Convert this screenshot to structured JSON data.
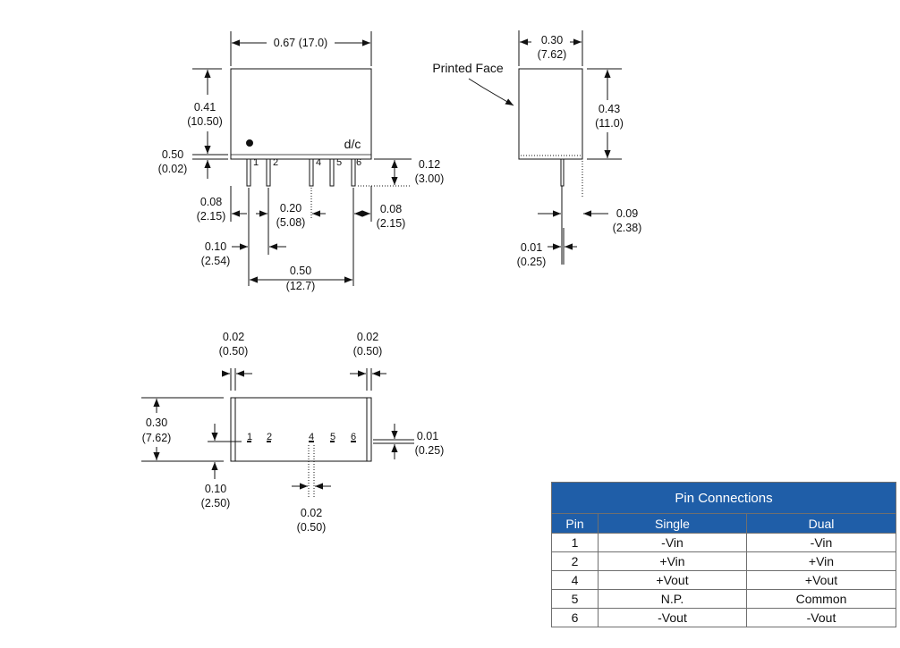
{
  "front_view": {
    "width_dim": "0.67 (17.0)",
    "height_in": "0.41",
    "height_mm": "(10.50)",
    "standoff_in": "0.50",
    "standoff_mm": "(0.02)",
    "marking": "d/c",
    "pin_labels": [
      "1",
      "2",
      "4",
      "5",
      "6"
    ],
    "pin_length_in": "0.12",
    "pin_length_mm": "(3.00)",
    "left_edge_in": "0.08",
    "left_edge_mm": "(2.15)",
    "pitch_in": "0.20",
    "pitch_mm": "(5.08)",
    "right_edge_in": "0.08",
    "right_edge_mm": "(2.15)",
    "pin_spacing_in": "0.10",
    "pin_spacing_mm": "(2.54)",
    "span_in": "0.50",
    "span_mm": "(12.7)"
  },
  "side_view": {
    "width_in": "0.30",
    "width_mm": "(7.62)",
    "printed_face_label": "Printed Face",
    "height_in": "0.43",
    "height_mm": "(11.0)",
    "offset_in": "0.09",
    "offset_mm": "(2.38)",
    "pin_thickness_in": "0.01",
    "pin_thickness_mm": "(0.25)"
  },
  "bottom_view": {
    "left_gap_in": "0.02",
    "left_gap_mm": "(0.50)",
    "right_gap_in": "0.02",
    "right_gap_mm": "(0.50)",
    "depth_in": "0.30",
    "depth_mm": "(7.62)",
    "pin_labels": [
      "1",
      "2",
      "4",
      "5",
      "6"
    ],
    "pin_thick_in": "0.01",
    "pin_thick_mm": "(0.25)",
    "pin_offset_in": "0.10",
    "pin_offset_mm": "(2.50)",
    "pin_width_in": "0.02",
    "pin_width_mm": "(0.50)"
  },
  "pin_table": {
    "title": "Pin Connections",
    "headers": [
      "Pin",
      "Single",
      "Dual"
    ],
    "rows": [
      [
        "1",
        "-Vin",
        "-Vin"
      ],
      [
        "2",
        "+Vin",
        "+Vin"
      ],
      [
        "4",
        "+Vout",
        "+Vout"
      ],
      [
        "5",
        "N.P.",
        "Common"
      ],
      [
        "6",
        "-Vout",
        "-Vout"
      ]
    ]
  },
  "colors": {
    "table_header": "#1f5ea8",
    "line": "#111111"
  }
}
